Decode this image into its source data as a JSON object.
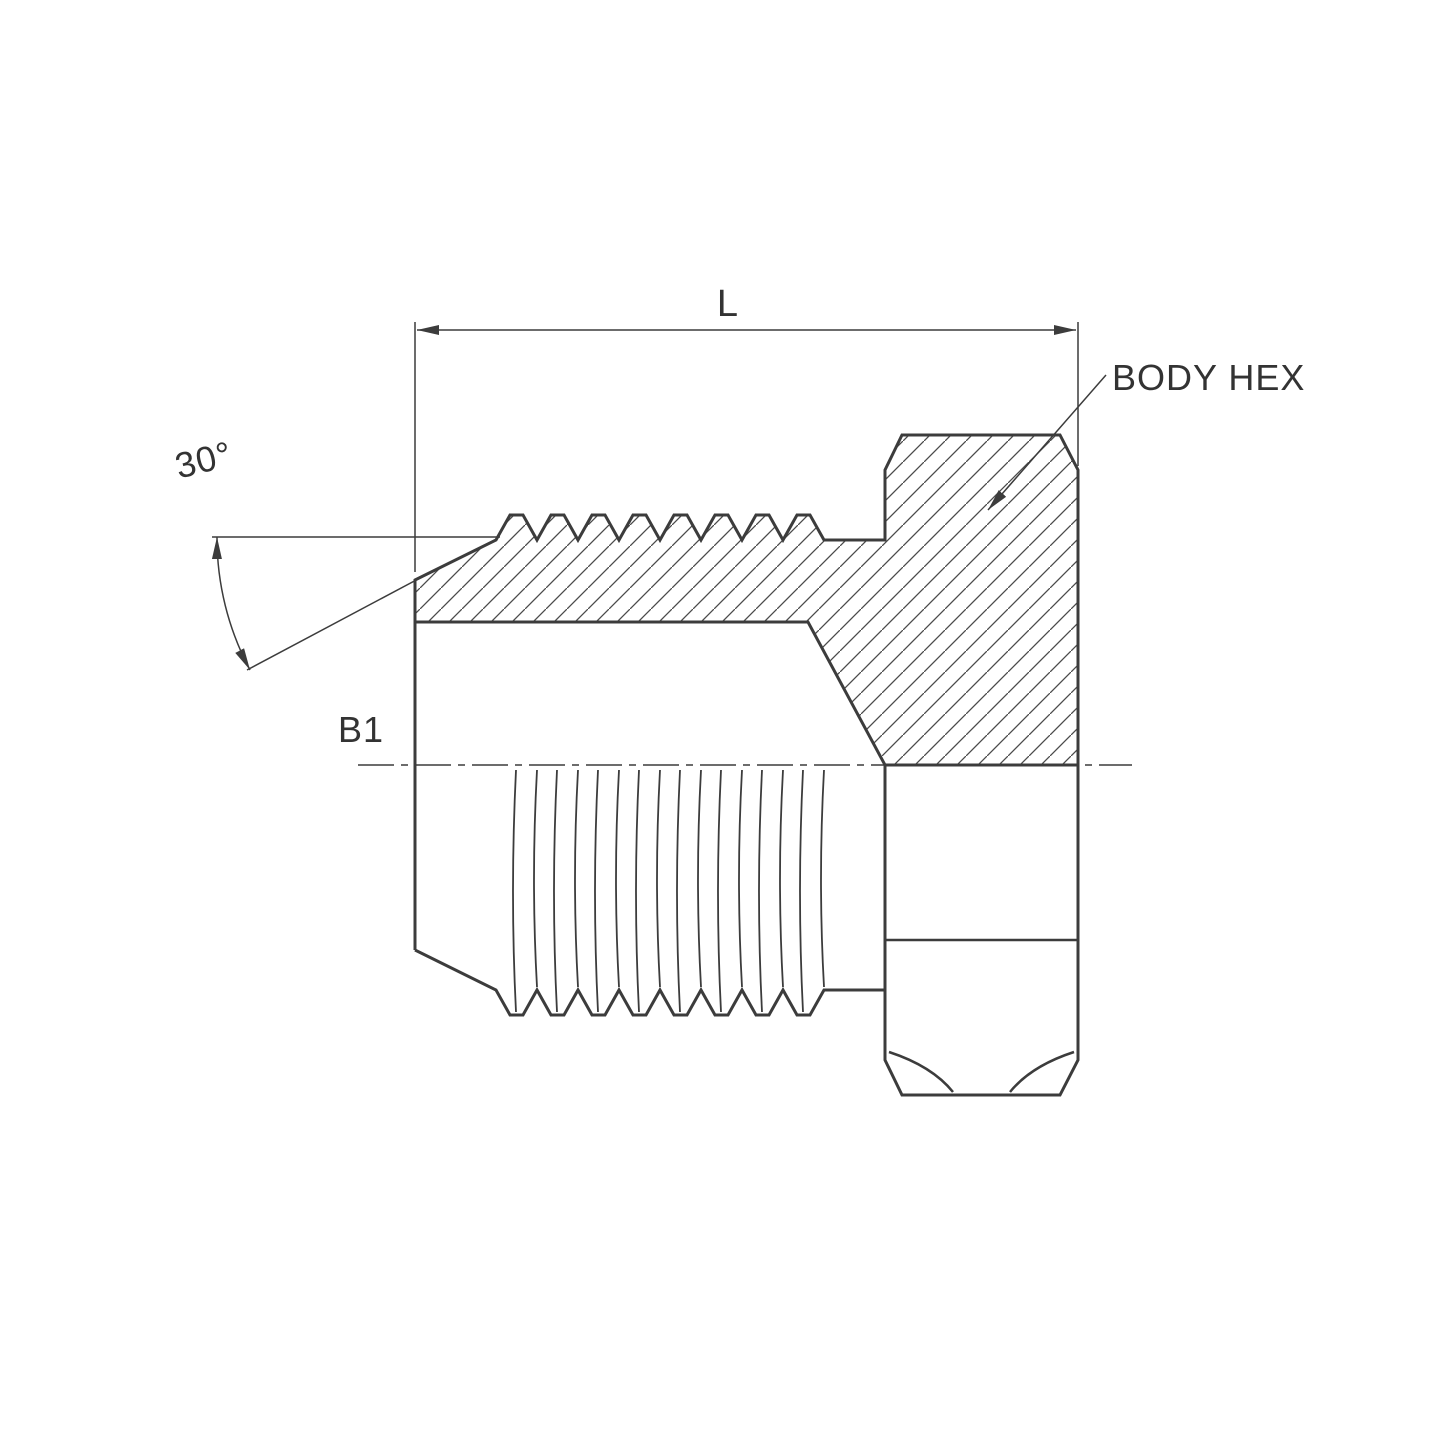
{
  "annotations": {
    "length_label": "L",
    "body_hex_label": "BODY HEX",
    "angle_label": "30°",
    "port_label": "B1"
  },
  "style": {
    "line_color": "#3c3c3c",
    "background": "#ffffff"
  }
}
